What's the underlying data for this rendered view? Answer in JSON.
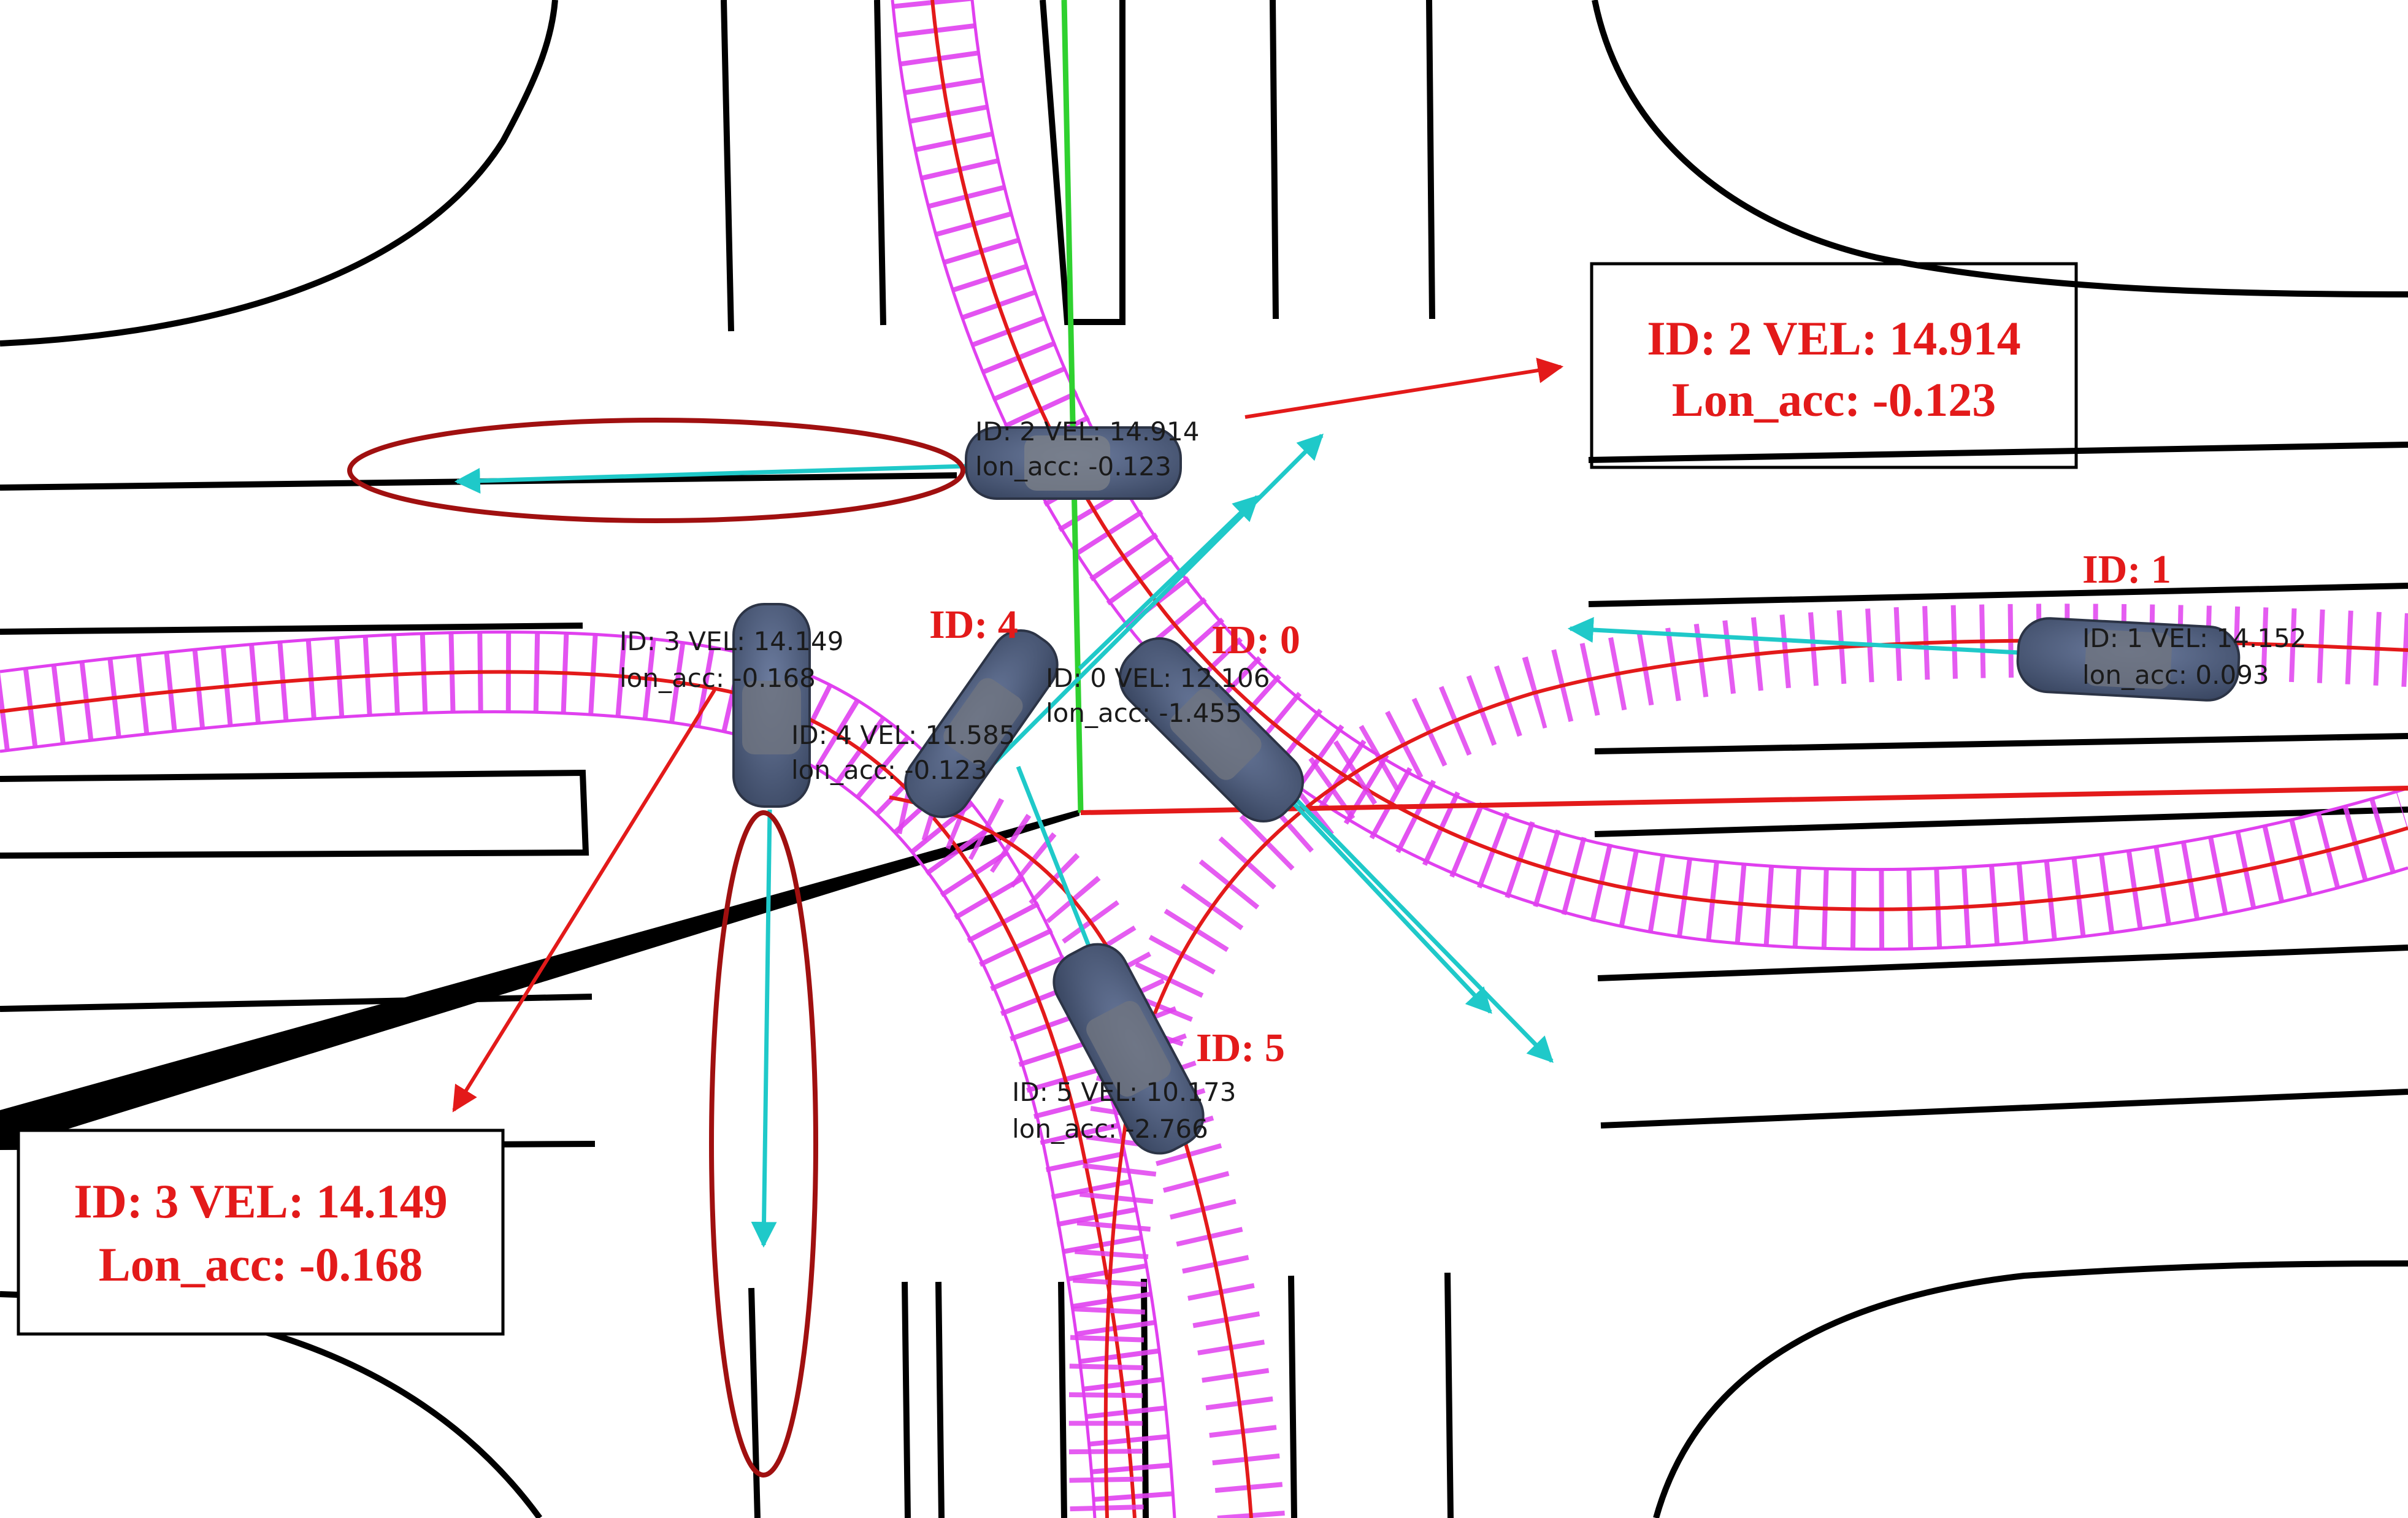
{
  "colors": {
    "background": "#ffffff",
    "road_edge": "#000000",
    "lane_box": "#e040ef",
    "path_line": "#e31a1a",
    "axis_x": "#e31a1a",
    "axis_y": "#2fd12f",
    "velocity_arrow": "#1fc9c9",
    "vehicle_body": "#4a5876",
    "highlight_ellipse": "#a01010",
    "annotation": "#e31a1a"
  },
  "vehicles": [
    {
      "id": "0",
      "tag": "ID: 0",
      "line1": "ID:  0  VEL:  12.106",
      "line2": "lon_acc:  -1.455",
      "vel": 12.106,
      "lon_acc": -1.455
    },
    {
      "id": "1",
      "tag": "ID: 1",
      "line1": "ID:  1  VEL:  14.152",
      "line2": "lon_acc:  0.093",
      "vel": 14.152,
      "lon_acc": 0.093
    },
    {
      "id": "2",
      "tag": "",
      "line1": "ID:  2  VEL:  14.914",
      "line2": "lon_acc:  -0.123",
      "vel": 14.914,
      "lon_acc": -0.123
    },
    {
      "id": "3",
      "tag": "",
      "line1": "ID:  3  VEL:  14.149",
      "line2": "lon_acc:  -0.168",
      "vel": 14.149,
      "lon_acc": -0.168
    },
    {
      "id": "4",
      "tag": "ID: 4",
      "line1": "ID:  4  VEL:  11.585",
      "line2": "lon_acc:  -0.123",
      "vel": 11.585,
      "lon_acc": -0.123
    },
    {
      "id": "5",
      "tag": "ID: 5",
      "line1": "ID:  5  VEL:  10.173",
      "line2": "lon_acc:  -2.766",
      "vel": 10.173,
      "lon_acc": -2.766
    }
  ],
  "callouts": [
    {
      "vehicle": "2",
      "line1": "ID: 2 VEL: 14.914",
      "line2": "Lon_acc: -0.123"
    },
    {
      "vehicle": "3",
      "line1": "ID: 3 VEL: 14.149",
      "line2": "Lon_acc: -0.168"
    }
  ]
}
